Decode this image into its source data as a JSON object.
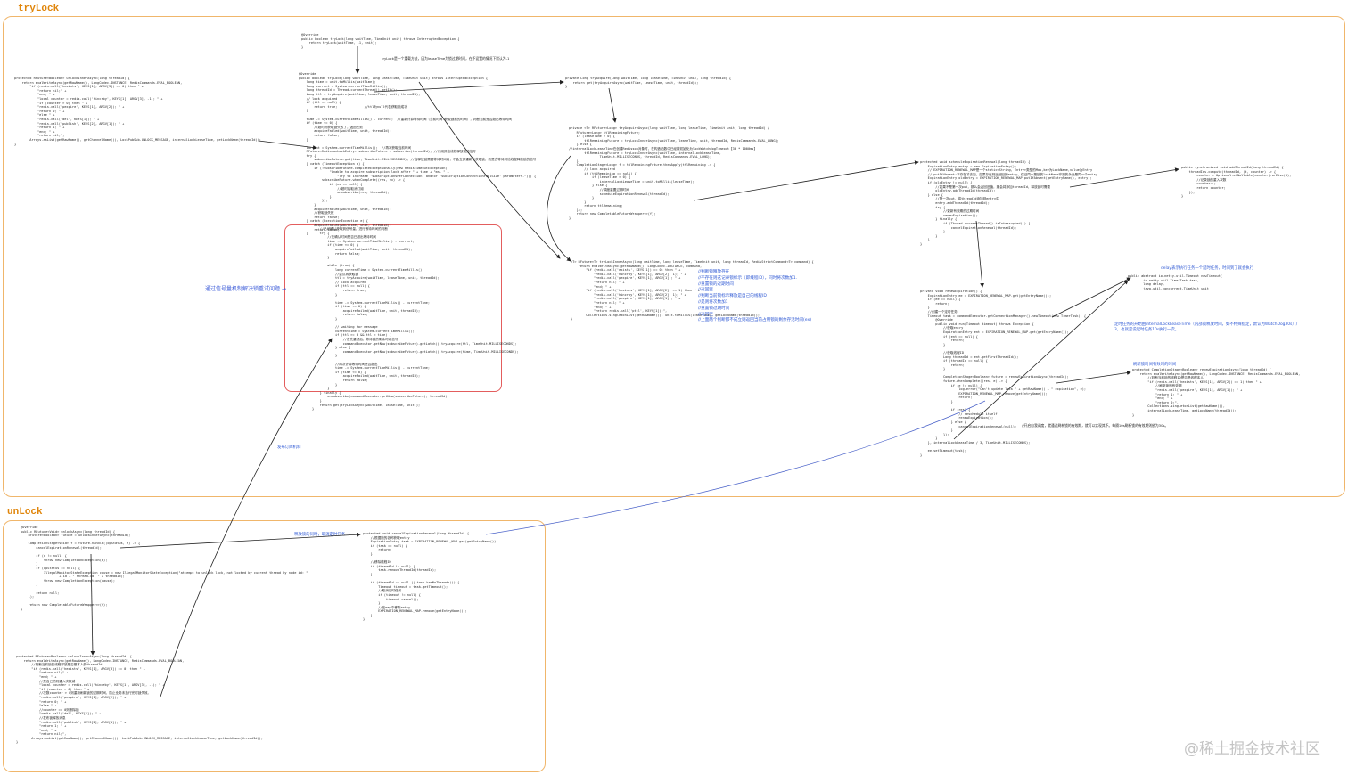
{
  "sections": {
    "trylock_title": "tryLock",
    "unlock_title": "unLock"
  },
  "notes": {
    "retry_note": "通过信号量机制解决锁重试问题 →",
    "publish_note": "发布订阅机制",
    "cancel_note": "释放锁的同时，取消定时任务",
    "trylock_top_note": "tryLock是一个重载方法，因为leaseTime为锁过期时间，在不设置的情况下默认为-1",
    "renew_call_note": "delay表示执行任务一个延时任务，时间到了就会执行",
    "renew_period_note": "定时任务的开始由internalLockLeaseTime（内部锁释放时间，如不特殊指定，默认为WatchDog30s）/ 3，也就是说起时任务10s执行一次。",
    "renew_async_note": "刷新锁时间有效时的时间",
    "renew_reset_note": "//开启自我调度，就通过刷新锁的有效期，就可以实现其不。每隔10s刷新锁的有效期则依为30s。",
    "watermark": "@稀土掘金技术社区"
  },
  "comments": {
    "tll_lua": "//判断锁释放存在\n//不存在则这记录锁标示（即线程ID），同时将次数加1.\n//重置锁的过期时间\n//返回空\n//判断当前锁标示释放是自己的线程ID\n//是则将次数加1\n//重置锁过期时间\n//返回空\n//上面两个判断都不成立则返回当前占用锁的剩余存活时间(ex)"
  },
  "code": {
    "trylock_overload": "@Override\npublic boolean tryLock(long waitTime, TimeUnit unit) throws InterruptedException {\n    return tryLock(waitTime, -1, unit);\n}",
    "unlock_inner_lua_top": "protected RFuture<Boolean> unlockInnerAsync(long threadId) {\n    return evalWriteAsync(getRawName(), LongCodec.INSTANCE, RedisCommands.EVAL_BOOLEAN,\n        \"if (redis.call('hexists', KEYS[1], ARGV[3]) == 0) then \" +\n            \"return nil;\" +\n            \"end; \" +\n            \"local counter = redis.call('hincrby', KEYS[1], ARGV[3], -1); \" +\n            \"if (counter > 0) then \" +\n            \"redis.call('pexpire', KEYS[1], ARGV[2]); \" +\n            \"return 0; \" +\n            \"else \" +\n            \"redis.call('del', KEYS[1]); \" +\n            \"redis.call('publish', KEYS[2], ARGV[1]); \" +\n            \"return 1; \" +\n            \"end; \" +\n            \"return nil;\",\n        Arrays.asList(getRawName(), getChannelName()), LockPubSub.UNLOCK_MESSAGE, internalLockLeaseTime, getLockName(threadId));\n}",
    "trylock_main": "@Override\npublic boolean tryLock(long waitTime, long leaseTime, TimeUnit unit) throws InterruptedException {\n    long time = unit.toMillis(waitTime);\n    long current = System.currentTimeMillis();\n    long threadId = Thread.currentThread().getId();\n    Long ttl = tryAcquire(waitTime, leaseTime, unit, threadId);\n    // lock acquired\n    if (ttl == null) {\n        return true;              //ttl为null代表获取锁成功\n    }\n\n    time -= System.currentTimeMillis() - current;  //重新计算等待时间（当前时间-获取锁前的时间），判断当前是否超出等待时间\n    if (time <= 0) {\n        //超时则获取锁失败了，返回失败\n        acquireFailed(waitTime, unit, threadId);\n        return false;\n    }\n\n    current = System.currentTimeMillis();  //再次获取当前时间\n    RFuture<RedissonLockEntry> subscribeFuture = subscribe(threadId); //订阅其他线程释放锁的信号\n    try {\n        subscribeFuture.get(time, TimeUnit.MILLISECONDS); //当释放锁需要等待时间内，不会立即重新去获取锁，而是去等待其他线程释放锁的信号\n    } catch (TimeoutException e) {\n        if (!subscribeFuture.completeExceptionally(new RedisTimeoutException(\n                \"Unable to acquire subscription lock after \" + time + \"ms. \" +\n                    \"Try to increase 'subscriptionsPerConnection' and/or 'subscriptionConnectionPoolSize' parameters.\"))) {\n            subscribeFuture.whenComplete((res, ex) -> {\n                if (ex == null) {\n                    //超时后取消订阅\n                    unsubscribe(res, threadId);\n                }\n            });\n        }\n        acquireFailed(waitTime, unit, threadId);\n        //获取锁失败\n        return false;\n    } catch (ExecutionException e) {\n        acquireFailed(waitTime, unit, threadId);\n        return false;\n    }",
    "trylock_retry": "    //已经确认获取到信号量，进行等待时间的判断\n    try {\n        //先确认时间是否已超出等待时间\n        time -= System.currentTimeMillis() - current;\n        if (time <= 0) {\n            acquireFailed(waitTime, unit, threadId);\n            return false;\n        }\n\n        while (true) {\n            long currentTime = System.currentTimeMillis();\n            //尝试再获取锁\n            ttl = tryAcquire(waitTime, leaseTime, unit, threadId);\n            // lock acquired\n            if (ttl == null) {\n                return true;\n            }\n\n            time -= System.currentTimeMillis() - currentTime;\n            if (time <= 0) {\n                acquireFailed(waitTime, unit, threadId);\n                return false;\n            }\n\n            // waiting for message\n            currentTime = System.currentTimeMillis();\n            if (ttl >= 0 && ttl < time) {\n                //首先重试后，等待锁的剩余时间信号\n                commandExecutor.getNow(subscribeFuture).getLatch().tryAcquire(ttl, TimeUnit.MILLISECONDS);\n            } else {\n                commandExecutor.getNow(subscribeFuture).getLatch().tryAcquire(time, TimeUnit.MILLISECONDS);\n            }\n\n            //再次计算等待时间是否超出\n            time -= System.currentTimeMillis() - currentTime;\n            if (time <= 0) {\n                acquireFailed(waitTime, unit, threadId);\n                return false;\n            }\n        }\n    } finally {\n        unsubscribe(commandExecutor.getNow(subscribeFuture), threadId);\n    }\n    return get(tryLockAsync(waitTime, leaseTime, unit));\n}",
    "try_acquire": "private Long tryAcquire(long waitTime, long leaseTime, TimeUnit unit, long threadId) {\n    return get(tryAcquireAsync(waitTime, leaseTime, unit, threadId));\n}",
    "try_acquire_async": "private <T> RFuture<Long> tryAcquireAsync(long waitTime, long leaseTime, TimeUnit unit, long threadId) {\n    RFuture<Long> ttlRemainingFuture;\n    if (leaseTime > 0) {\n        ttlRemainingFuture = tryLockInnerAsync(waitTime, leaseTime, unit, threadId, RedisCommands.EVAL_LONG);\n    } else {\n//internalLockLeaseTime在创建Redisson对象时，在构造函数中已经被初始化为lockWatchdogTimeout【30 * 1000ms】\n        ttlRemainingFuture = tryLockInnerAsync(waitTime, internalLockLeaseTime,\n                TimeUnit.MILLISECONDS, threadId, RedisCommands.EVAL_LONG);\n    }\n    CompletionStage<Long> f = ttlRemainingFuture.thenApply(ttlRemaining -> {\n        // lock acquired\n        if (ttlRemaining == null) {\n            if (leaseTime > 0) {\n                internalLockLeaseTime = unit.toMillis(leaseTime);\n            } else {\n                //调度重置过期时间\n                scheduleExpirationRenewal(threadId);\n            }\n        }\n        return ttlRemaining;\n    });\n    return new CompletableFutureWrapper<>(f);\n}",
    "try_lock_inner": "<T> RFuture<T> tryLockInnerAsync(long waitTime, long leaseTime, TimeUnit unit, long threadId, RedisStrictCommand<T> command) {\n    return evalWriteAsync(getRawName(), LongCodec.INSTANCE, command,\n        \"if (redis.call('exists', KEYS[1]) == 0) then \" +\n            \"redis.call('hincrby', KEYS[1], ARGV[2], 1); \" +\n            \"redis.call('pexpire', KEYS[1], ARGV[1]); \" +\n            \"return nil; \" +\n            \"end; \" +\n        \"if (redis.call('hexists', KEYS[1], ARGV[2]) == 1) then \" +\n            \"redis.call('hincrby', KEYS[1], ARGV[2], 1); \" +\n            \"redis.call('pexpire', KEYS[1], ARGV[1]); \" +\n            \"return nil; \" +\n            \"end; \" +\n            \"return redis.call('pttl', KEYS[1]);\",\n        Collections.singletonList(getRawName()), unit.toMillis(leaseTime), getLockName(threadId));\n}",
    "schedule_renewal": "protected void scheduleExpirationRenewal(long threadId) {\n    ExpirationEntry entry = new ExpirationEntry();\n    // EXPIRATION_RENEWAL_MAP是一个static<String, Entry>类型的Map,key为LockName,value为Entry\n    // putIfAbsent:不存在才去加，如果存在则返回旧的entry，保证同一把锁的lockName拿到的永远是同一个entry\n    ExpirationEntry oldEntry = EXPIRATION_RENEWAL_MAP.putIfAbsent(getEntryName(), entry);\n    if (oldEntry != null) {\n        //如果不是第一次put，那么会返回旧值，那会将添加threadId，释放锁时需要\n        oldEntry.addThreadId(threadId);\n    } else {\n        //第一次put，将threadId添加到entry中\n        entry.addThreadId(threadId);\n        try {\n            //更新有效期的过期时间\n            renewExpiration();\n        } finally {\n            if (Thread.currentThread().isInterrupted()) {\n                cancelExpirationRenewal(threadId);\n            }\n        }\n    }\n}",
    "add_thread_id": "public synchronized void addThreadId(long threadId) {\n    threadIds.compute(threadId, (t, counter) -> {\n        counter = Optional.ofNullable(counter).orElse(0);\n        //记录锁的重入次数\n        counter++;\n        return counter;\n    });\n}",
    "renew_expiration": "private void renewExpiration() {\n    ExpirationEntry ee = EXPIRATION_RENEWAL_MAP.get(getEntryName());\n    if (ee == null) {\n        return;\n    }\n    //创建一个定时任务\n    Timeout task = commandExecutor.getConnectionManager().newTimeout(new TimerTask() {\n        @Override\n        public void run(Timeout timeout) throws Exception {\n            //获取entry\n            ExpirationEntry ent = EXPIRATION_RENEWAL_MAP.get(getEntryName());\n            if (ent == null) {\n                return;\n            }\n\n            //获取线程ID\n            Long threadId = ent.getFirstThreadId();\n            if (threadId == null) {\n                return;\n            }\n\n            CompletionStage<Boolean> future = renewExpirationAsync(threadId);\n            future.whenComplete((res, e) -> {\n                if (e != null) {\n                    log.error(\"Can't update lock \" + getRawName() + \" expiration\", e);\n                    EXPIRATION_RENEWAL_MAP.remove(getEntryName());\n                    return;\n                }\n\n                if (res) {\n                    // reschedule itself\n                    renewExpiration();\n                } else {\n                    cancelExpirationRenewal(null);\n                }\n            });\n        }\n    }, internalLockLeaseTime / 3, TimeUnit.MILLISECONDS);\n\n    ee.setTimeout(task);\n}",
    "new_timeout": "public abstract io.netty.util.Timeout newTimeout(\n        io.netty.util.TimerTask task,\n        long delay,\n        java.util.concurrent.TimeUnit unit",
    "renew_async": "protected CompletionStage<Boolean> renewExpirationAsync(long threadId) {\n    return evalWriteAsync(getRawName(), LongCodec.INSTANCE, RedisCommands.EVAL_BOOLEAN,\n        //判断当前锁的线程ID是否是线程本人\n        \"if (redis.call('hexists', KEYS[1], ARGV[2]) == 1) then \" +\n            //刷新锁的有效期\n            \"redis.call('pexpire', KEYS[1], ARGV[1]); \" +\n            \"return 1; \" +\n            \"end; \" +\n            \"return 0;\",\n        Collections.singletonList(getRawName()),\n        internalLockLeaseTime, getLockName(threadId));\n}",
    "unlock_async": "@Override\npublic RFuture<Void> unlockAsync(long threadId) {\n    RFuture<Boolean> future = unlockInnerAsync(threadId);\n\n    CompletionStage<Void> f = future.handle((opStatus, e) -> {\n        cancelExpirationRenewal(threadId);\n\n        if (e != null) {\n            throw new CompletionException(e);\n        }\n        if (opStatus == null) {\n            IllegalMonitorStateException cause = new IllegalMonitorStateException(\"attempt to unlock lock, not locked by current thread by node id: \"\n                    + id + \" thread-id: \" + threadId);\n            throw new CompletionException(cause);\n        }\n\n        return null;\n    });\n\n    return new CompletableFutureWrapper<>(f);\n}",
    "cancel_renewal": "protected void cancelExpirationRenewal(Long threadId) {\n    //根据锁的名称获取entry\n    ExpirationEntry task = EXPIRATION_RENEWAL_MAP.get(getEntryName());\n    if (task == null) {\n        return;\n    }\n\n    //移除线程ID\n    if (threadId != null) {\n        task.removeThreadId(threadId);\n    }\n\n    if (threadId == null || task.hasNoThreads()) {\n        Timeout timeout = task.getTimeout();\n        //取消定时任务\n        if (timeout != null) {\n            timeout.cancel();\n        }\n        //在map中移除entry\n        EXPIRATION_RENEWAL_MAP.remove(getEntryName());\n    }\n}",
    "unlock_inner_lua_bottom": "protected RFuture<Boolean> unlockInnerAsync(long threadId) {\n    return evalWriteAsync(getRawName(), LongCodec.INSTANCE, RedisCommands.EVAL_BOOLEAN,\n        //判断当前锁的线程释放是否是本人的threadId\n        \"if (redis.call('hexists', KEYS[1], ARGV[3]) == 0) then \" +\n            \"return nil;\" +\n            \"end; \" +\n            //是自己的则重入次数减一\n            \"local counter = redis.call('hincrby', KEYS[1], ARGV[3], -1); \" +\n            \"if (counter > 0) then \" +\n            //次数counter > 0则重新刷新锁的过期时间，防止业务未执行完时锁失效。\n            \"redis.call('pexpire', KEYS[1], ARGV[2]); \" +\n            \"return 0; \" +\n            \"else \" +\n            //counter == 0则删除锁\n            \"redis.call('del', KEYS[1]); \" +\n            //发布锁释放消息\n            \"redis.call('publish', KEYS[2], ARGV[1]); \" +\n            \"return 1; \" +\n            \"end; \" +\n            \"return nil;\",\n        Arrays.asList(getRawName(), getChannelName()), LockPubSub.UNLOCK_MESSAGE, internalLockLeaseTime, getLockName(threadId));\n}"
  }
}
